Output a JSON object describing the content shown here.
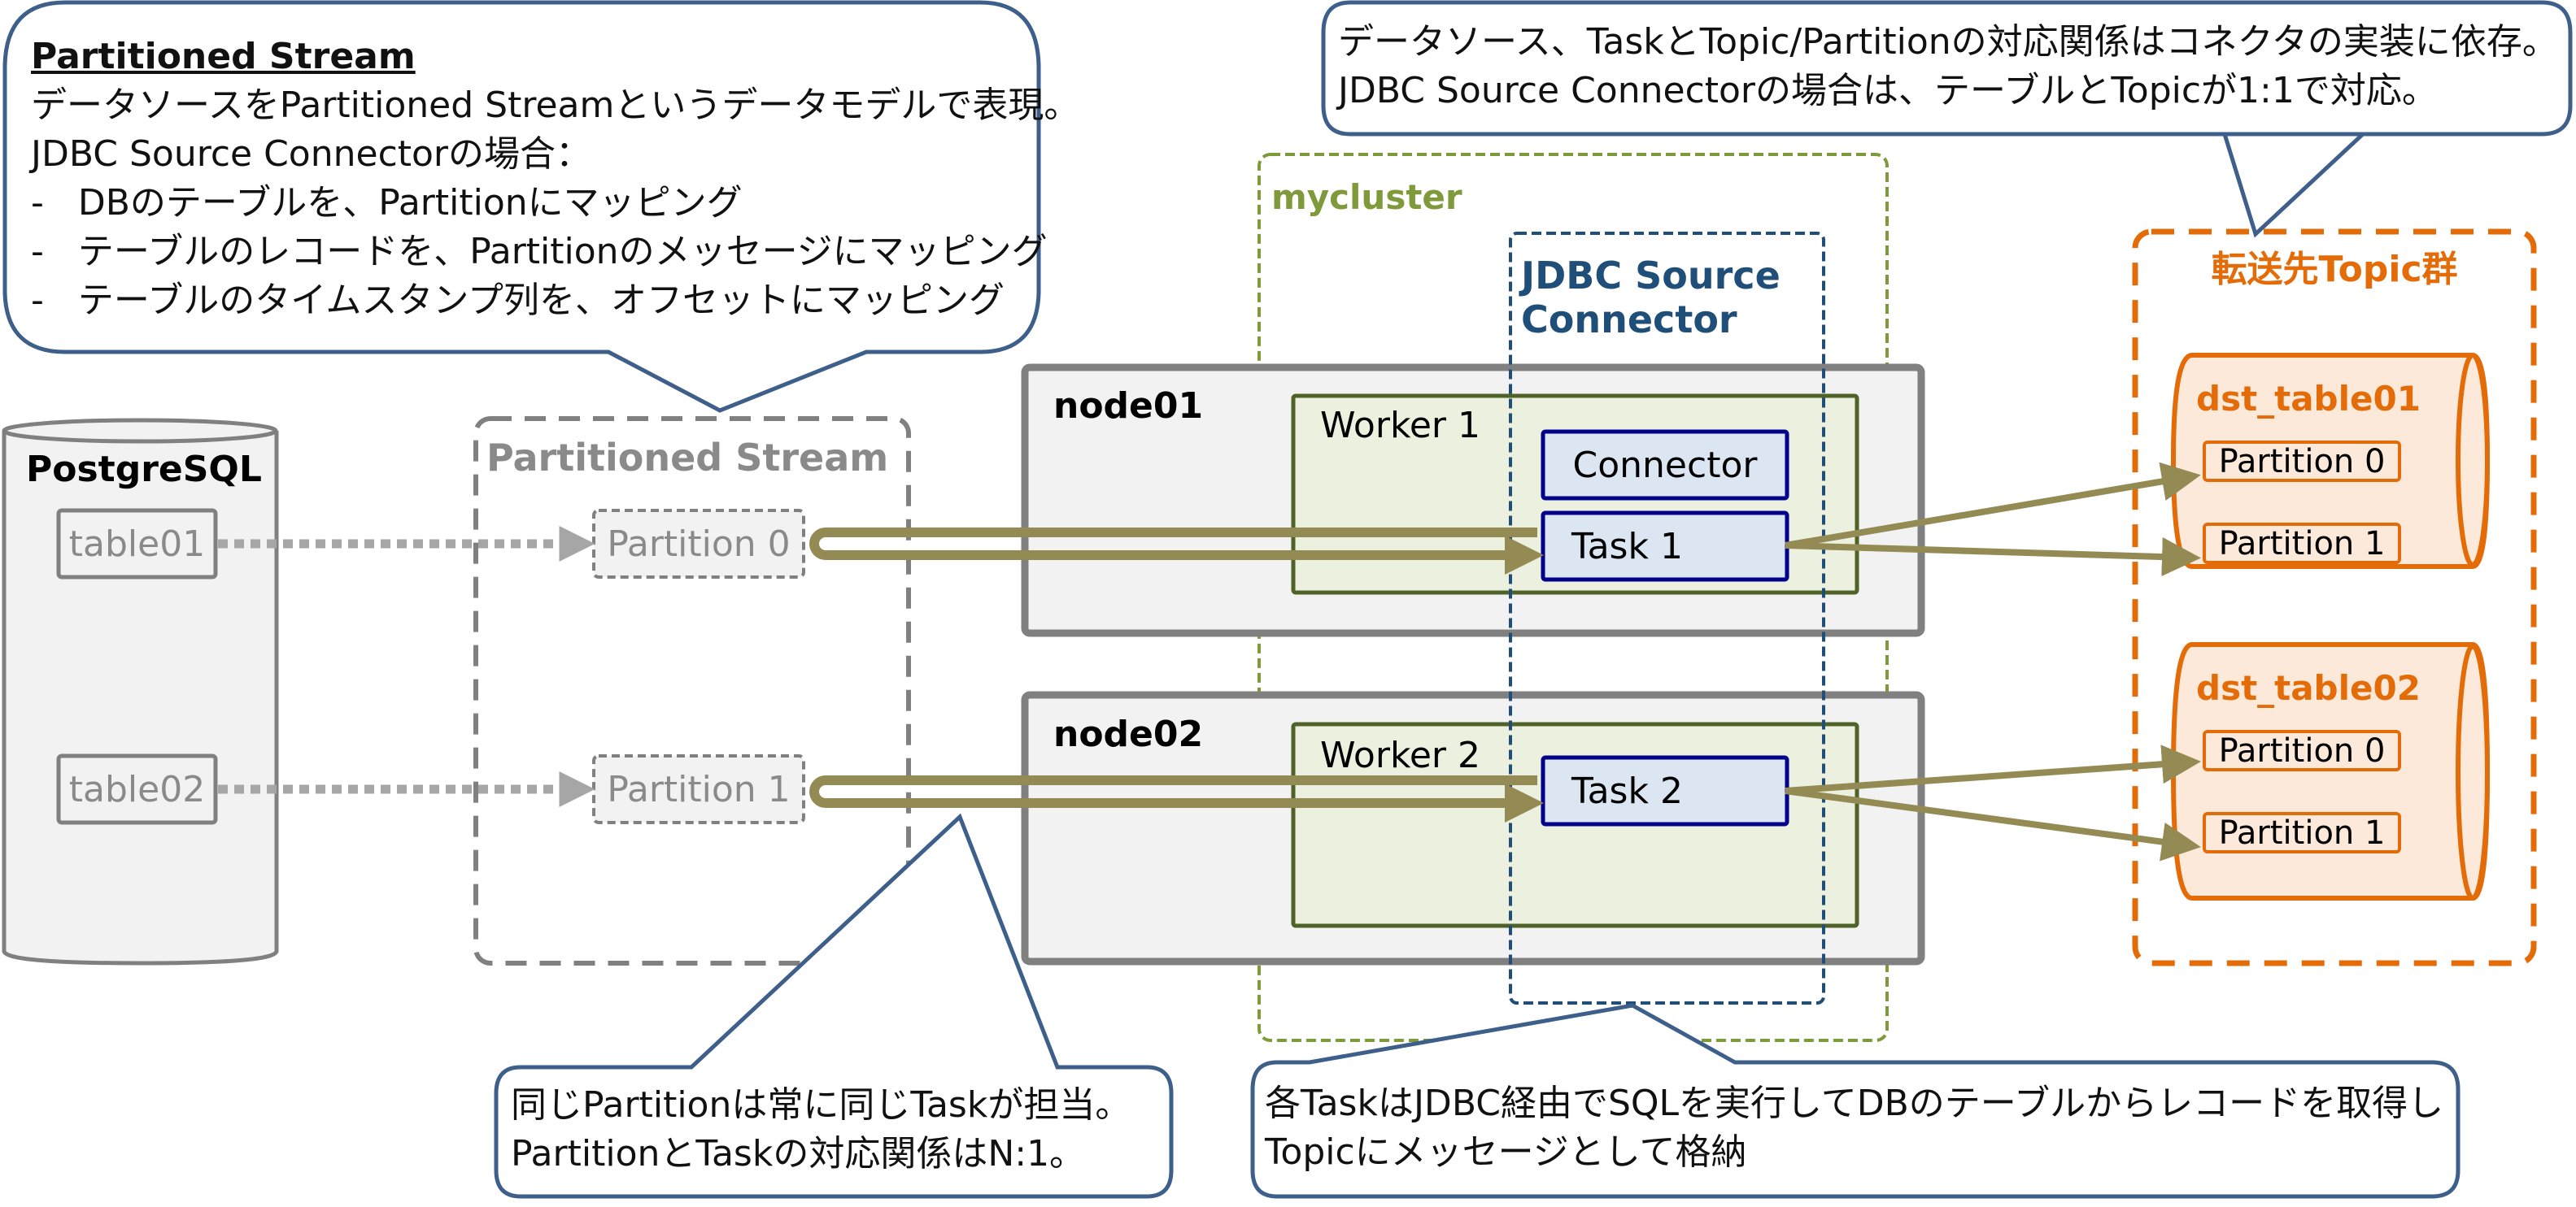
{
  "callouts": {
    "partitioned_stream": {
      "title": "Partitioned Stream",
      "lines": [
        "データソースをPartitioned Streamというデータモデルで表現。",
        "JDBC Source Connectorの場合：",
        "-   DBのテーブルを、Partitionにマッピング",
        "-   テーブルのレコードを、Partitionのメッセージにマッピング",
        "-   テーブルのタイムスタンプ列を、オフセットにマッピング"
      ]
    },
    "topic_mapping": {
      "lines": [
        "データソース、TaskとTopic/Partitionの対応関係はコネクタの実装に依存。",
        "JDBC Source Connectorの場合は、テーブルとTopicが1:1で対応。"
      ]
    },
    "partition_task": {
      "lines": [
        "同じPartitionは常に同じTaskが担当。",
        "PartitionとTaskの対応関係はN:1。"
      ]
    },
    "task_jdbc": {
      "lines": [
        "各TaskはJDBC経由でSQLを実行してDBのテーブルからレコードを取得し",
        "Topicにメッセージとして格納"
      ]
    }
  },
  "database": {
    "title": "PostgreSQL",
    "tables": [
      "table01",
      "table02"
    ]
  },
  "stream": {
    "title": "Partitioned Stream",
    "partitions": [
      "Partition 0",
      "Partition 1"
    ]
  },
  "cluster": {
    "title": "mycluster",
    "connector_group": "JDBC Source Connector",
    "nodes": [
      {
        "name": "node01",
        "worker": "Worker 1",
        "components": [
          "Connector",
          "Task 1"
        ]
      },
      {
        "name": "node02",
        "worker": "Worker 2",
        "components": [
          "Task 2"
        ]
      }
    ]
  },
  "topics": {
    "title": "転送先Topic群",
    "items": [
      {
        "name": "dst_table01",
        "partitions": [
          "Partition 0",
          "Partition 1"
        ]
      },
      {
        "name": "dst_table02",
        "partitions": [
          "Partition 0",
          "Partition 1"
        ]
      }
    ]
  },
  "colors": {
    "callout_border": "#3e5f8a",
    "cluster_green": "#7f9a3a",
    "connector_blue": "#1f4e79",
    "node_gray": "#808080",
    "worker_border": "#4f6228",
    "worker_fill": "#ebf1de",
    "task_border": "#00008b",
    "task_fill": "#dce6f2",
    "topic_orange": "#e36c09",
    "topic_fill": "#fde9d9",
    "flow_olive": "#948a54",
    "stream_gray": "#a6a6a6"
  }
}
